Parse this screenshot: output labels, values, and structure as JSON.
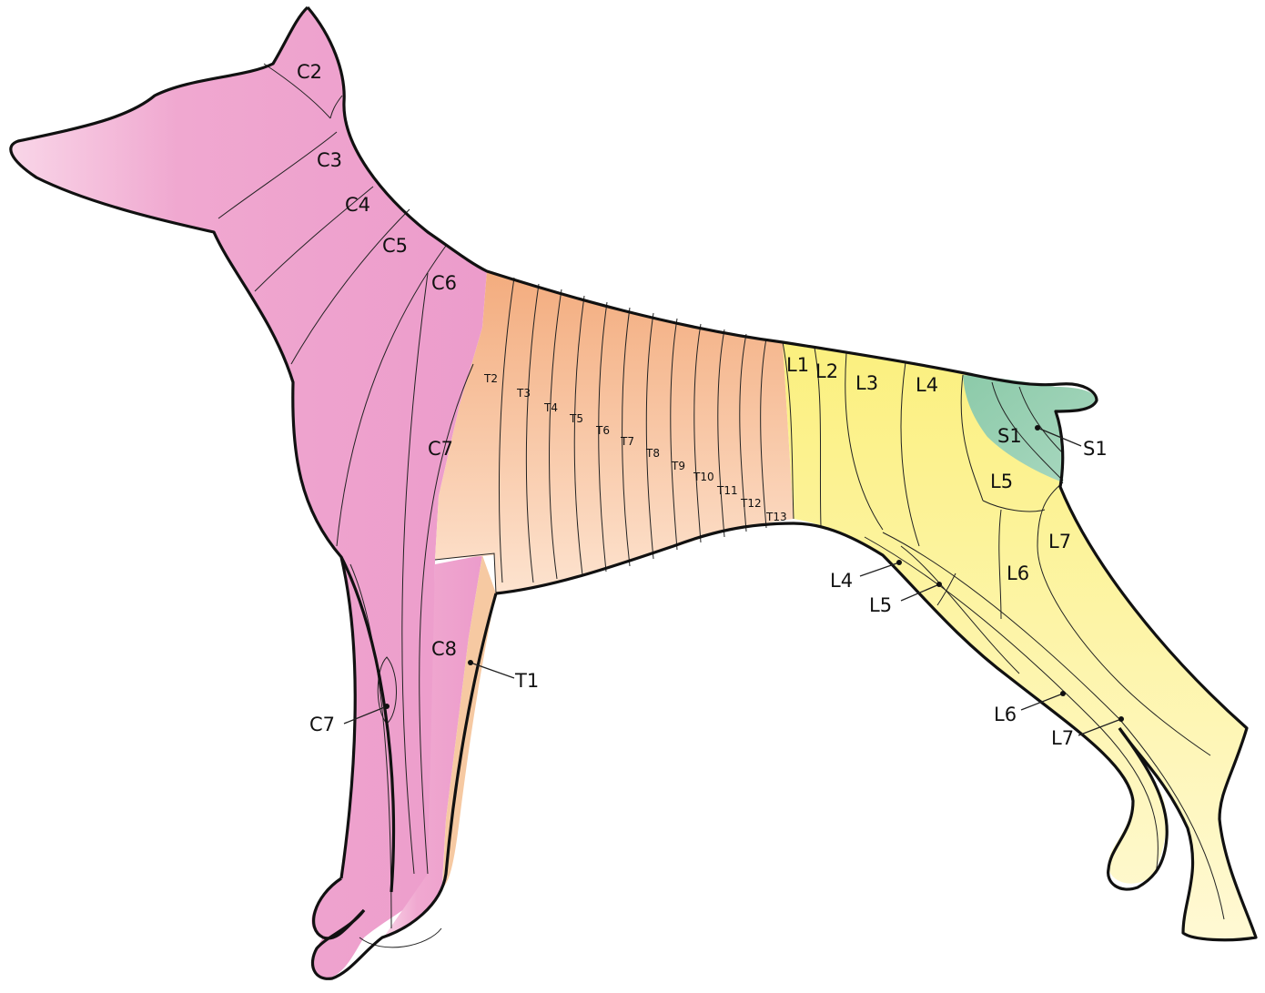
{
  "colors": {
    "cervical": "#f0a8d0",
    "cervical_light": "#f8d0e6",
    "thoracic": "#f5b991",
    "thoracic_light": "#fde0c8",
    "lumbar": "#fbf28e",
    "lumbar_light": "#fff8c9",
    "sacral": "#8fc9ad",
    "outline": "#111111"
  },
  "labels": {
    "c2": "C2",
    "c3": "C3",
    "c4": "C4",
    "c5": "C5",
    "c6": "C6",
    "c7_trunk": "C7",
    "c7_leg": "C7",
    "c8": "C8",
    "t1": "T1",
    "t2": "T2",
    "t3": "T3",
    "t4": "T4",
    "t5": "T5",
    "t6": "T6",
    "t7": "T7",
    "t8": "T8",
    "t9": "T9",
    "t10": "T10",
    "t11": "T11",
    "t12": "T12",
    "t13": "T13",
    "l1": "L1",
    "l2": "L2",
    "l3": "L3",
    "l4_back": "L4",
    "s1_inner": "S1",
    "s1_tail": "S1",
    "l5_hip": "L5",
    "l6_thigh": "L6",
    "l7_thigh": "L7",
    "l4_leg": "L4",
    "l5_leg": "L5",
    "l6_leg": "L6",
    "l7_leg": "L7"
  }
}
